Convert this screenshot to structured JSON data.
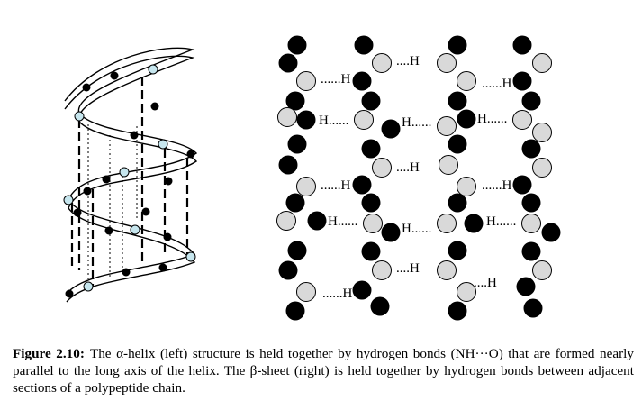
{
  "figure": {
    "caption_label": "Figure 2.10:",
    "caption_text": "The α-helix (left) structure is held together by hydrogen bonds (NH···O) that are formed nearly parallel to the long axis of the helix.  The β-sheet (right) is held together by hydrogen bonds between adjacent sections of a polypeptide chain."
  },
  "sheet": {
    "h_label": "H",
    "h_dots": "......",
    "h_dots_right": "...."
  },
  "colors": {
    "dark_atom": "#000000",
    "light_atom": "#d9d9d9",
    "helix_light_atom": "#c6e6ee"
  }
}
